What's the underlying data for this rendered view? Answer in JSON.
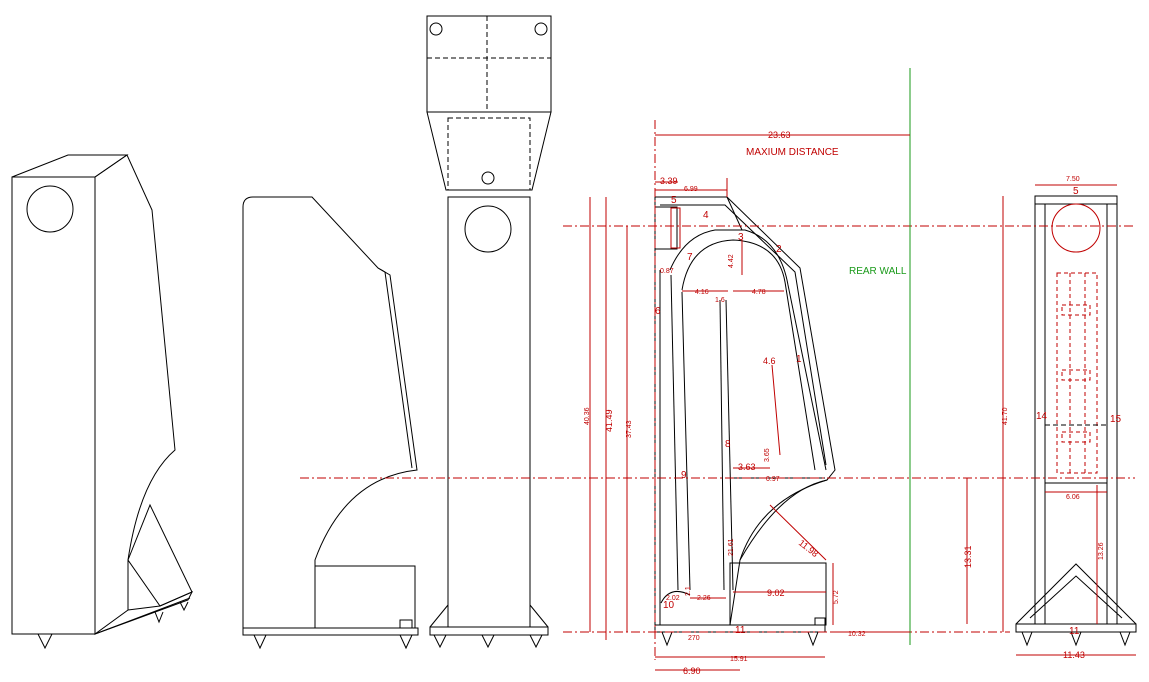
{
  "labels": {
    "maximum_distance": "MAXIUM DISTANCE",
    "rear_wall": "REAR WALL"
  },
  "dimensions": {
    "top_span": "23.63",
    "top_left": "3.39",
    "top_inner": "6.99",
    "front_width": "7.50",
    "height_40": "40.36",
    "height_41": "41.49",
    "height_37": "37.43",
    "height_right": "41.70",
    "bottom_total": "15.91",
    "bottom_left": "6.90",
    "rear_gap": "10.32",
    "floor_to_axis": "13.31",
    "front_lower": "13.26",
    "front_mid_width": "6.06",
    "front_base_width": "11.43",
    "curve_radius": "11.98",
    "box_width": "9.02",
    "box_height": "5.72",
    "inner_left": "4.16",
    "inner_right": "4.78",
    "top_chamber": "4.42",
    "offset_363": "3.63",
    "val_46": "4.6",
    "val_087": "0.87",
    "val_097": "0.97",
    "val_365": "3.65",
    "val_202": "2.02",
    "val_226": "2.26",
    "val_270": "270",
    "val_21": "21.61",
    "val_16": "1.6",
    "val_2_1": "2.1"
  },
  "part_numbers": {
    "p1": "1",
    "p2": "2",
    "p3": "3",
    "p4": "4",
    "p5": "5",
    "p6": "6",
    "p7": "7",
    "p8": "8",
    "p9": "9",
    "p10": "10",
    "p11": "11",
    "p14": "14",
    "p15": "15",
    "front_p5": "5",
    "front_p11": "11"
  },
  "colors": {
    "outline": "#000000",
    "dimension": "#c00000",
    "rear_wall": "#1a9a1a"
  }
}
